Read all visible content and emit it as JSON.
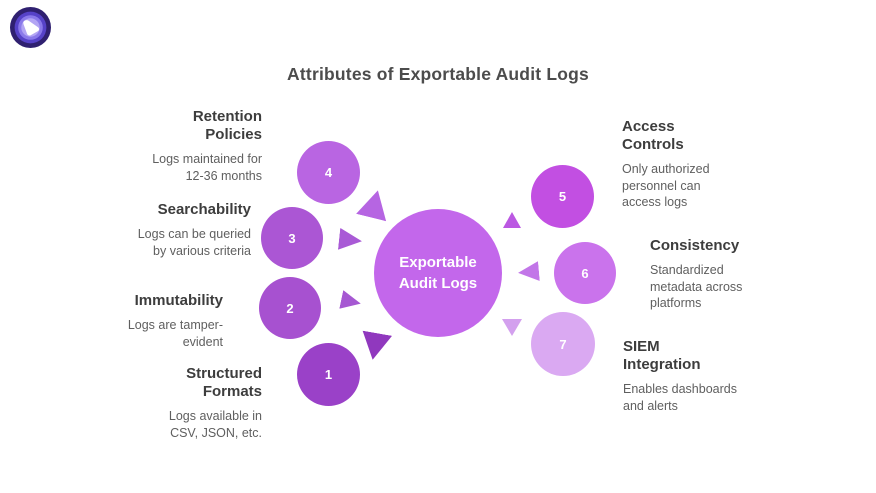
{
  "title": "Attributes of Exportable Audit Logs",
  "logo": {
    "outer_color": "#2f2070",
    "ring1_color": "#5642c8",
    "ring2_color": "#8a79ea",
    "ring3_color": "#b3a5f4",
    "pick_color": "#ffffff"
  },
  "center": {
    "label": "Exportable\nAudit Logs",
    "color": "#c367eb",
    "text_color": "#ffffff"
  },
  "nodes": [
    {
      "number": "1",
      "title": "Structured\nFormats",
      "description": "Logs available in\nCSV, JSON, etc.",
      "circle_color": "#9a41c8",
      "arrow_color": "#9038be"
    },
    {
      "number": "2",
      "title": "Immutability",
      "description": "Logs are tamper-\nevident",
      "circle_color": "#a751d0",
      "arrow_color": "#a658d2"
    },
    {
      "number": "3",
      "title": "Searchability",
      "description": "Logs can be queried\nby various criteria",
      "circle_color": "#ab56d4",
      "arrow_color": "#a95ad6"
    },
    {
      "number": "4",
      "title": "Retention\nPolicies",
      "description": "Logs maintained for\n12-36 months",
      "circle_color": "#b965e2",
      "arrow_color": "#b665e2"
    },
    {
      "number": "5",
      "title": "Access\nControls",
      "description": "Only authorized\npersonnel can\naccess logs",
      "circle_color": "#c24fe2",
      "arrow_color": "#bb58e2"
    },
    {
      "number": "6",
      "title": "Consistency",
      "description": "Standardized\nmetadata across\nplatforms",
      "circle_color": "#ca73ec",
      "arrow_color": "#c276e8"
    },
    {
      "number": "7",
      "title": "SIEM\nIntegration",
      "description": "Enables dashboards\nand alerts",
      "circle_color": "#daa9f2",
      "arrow_color": "#d3a0ee"
    }
  ]
}
